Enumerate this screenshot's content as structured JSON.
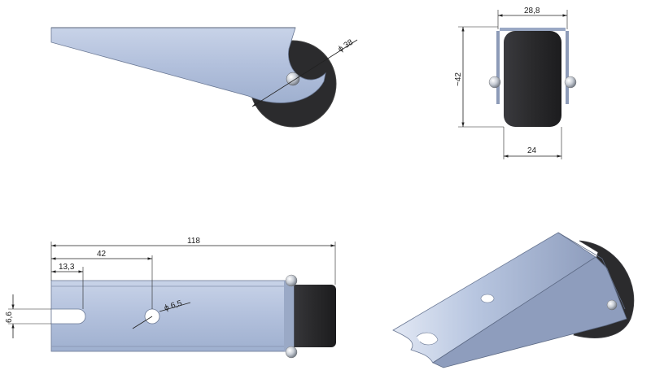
{
  "drawing": {
    "views": {
      "side_view": {
        "dims": {
          "wheel_diameter": "ϕ 38"
        }
      },
      "front_view": {
        "dims": {
          "width_top": "28,8",
          "height": "~42",
          "wheel_width": "24"
        }
      },
      "top_view": {
        "dims": {
          "overall_length": "118",
          "hole_position": "42",
          "slot_length": "13,3",
          "slot_width": "6,6",
          "hole_diameter": "ϕ 6,5"
        }
      },
      "iso_view": {}
    },
    "colors": {
      "metal_light": "#d4dced",
      "metal_mid": "#aab8d4",
      "metal_dark": "#7d8aa6",
      "rubber": "#2a2a2c",
      "rubber_edge": "#4a4a4e"
    }
  }
}
